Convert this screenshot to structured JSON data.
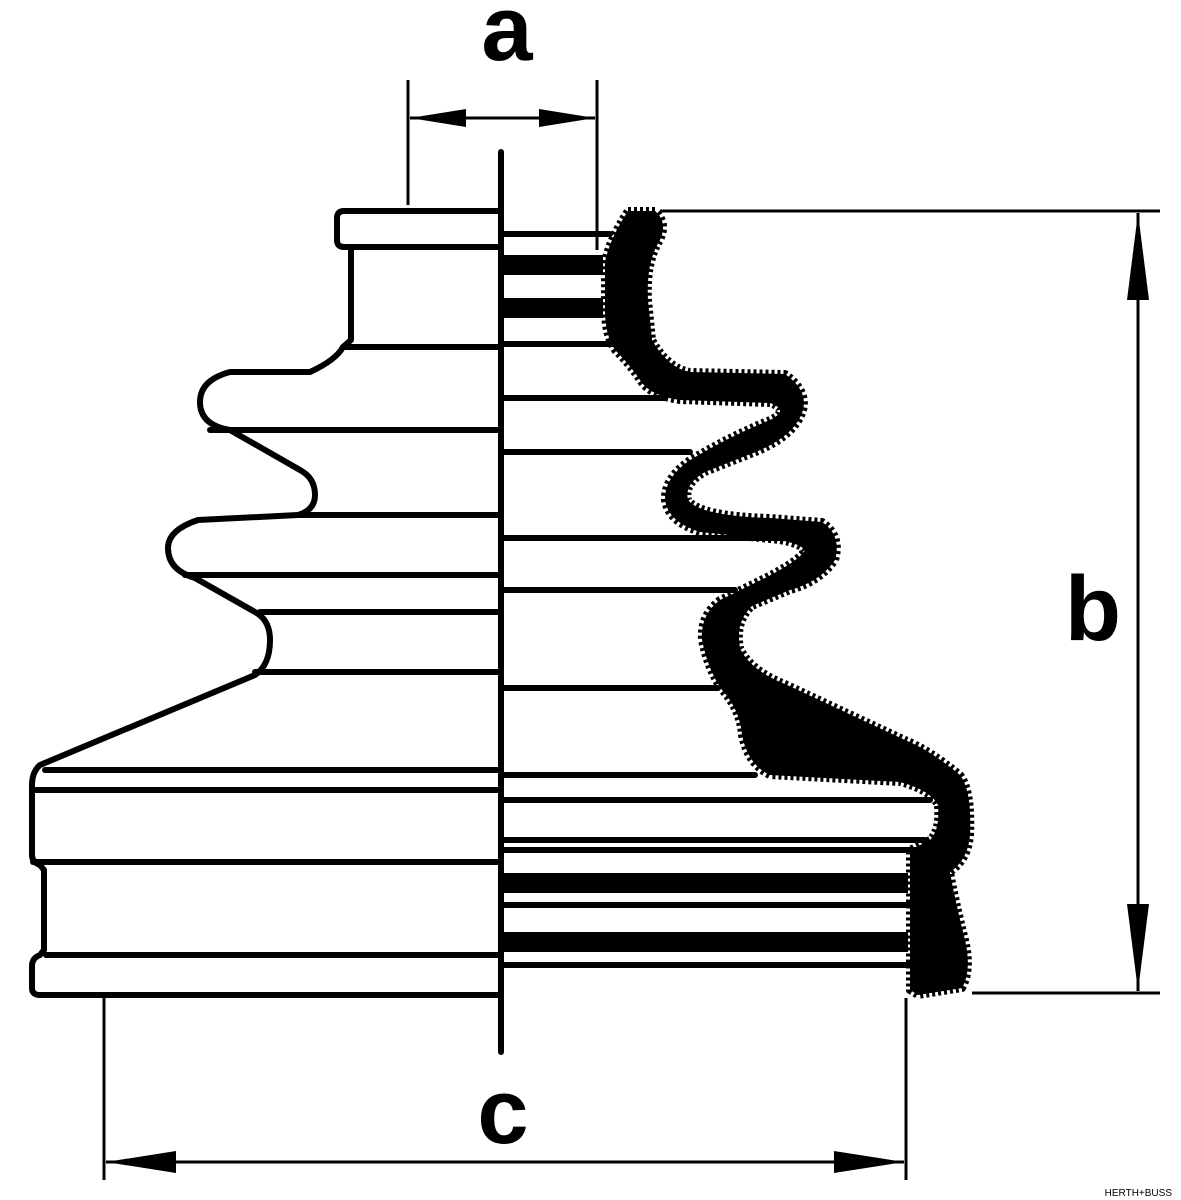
{
  "diagram": {
    "dimension_labels": {
      "a": "a",
      "b": "b",
      "c": "c"
    },
    "credit": "HERTH+BUSS"
  },
  "colors": {
    "line": "#000000",
    "background": "#ffffff"
  }
}
